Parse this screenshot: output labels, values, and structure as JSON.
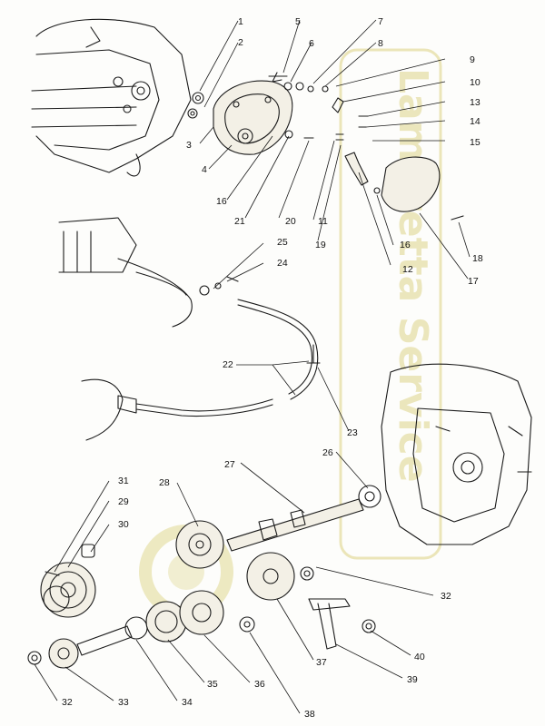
{
  "figure": {
    "watermark_text": "Lambretta Service",
    "watermark_color": "#e6dfa8",
    "callouts": [
      {
        "id": "1",
        "label": "1"
      },
      {
        "id": "2",
        "label": "2"
      },
      {
        "id": "3",
        "label": "3"
      },
      {
        "id": "4",
        "label": "4"
      },
      {
        "id": "5",
        "label": "5"
      },
      {
        "id": "6",
        "label": "6"
      },
      {
        "id": "7",
        "label": "7"
      },
      {
        "id": "8",
        "label": "8"
      },
      {
        "id": "9",
        "label": "9"
      },
      {
        "id": "10",
        "label": "10"
      },
      {
        "id": "11",
        "label": "11"
      },
      {
        "id": "12",
        "label": "12"
      },
      {
        "id": "13",
        "label": "13"
      },
      {
        "id": "14",
        "label": "14"
      },
      {
        "id": "15",
        "label": "15"
      },
      {
        "id": "16a",
        "label": "16"
      },
      {
        "id": "16b",
        "label": "16"
      },
      {
        "id": "17",
        "label": "17"
      },
      {
        "id": "18",
        "label": "18"
      },
      {
        "id": "19",
        "label": "19"
      },
      {
        "id": "20",
        "label": "20"
      },
      {
        "id": "21",
        "label": "21"
      },
      {
        "id": "22",
        "label": "22"
      },
      {
        "id": "23",
        "label": "23"
      },
      {
        "id": "24",
        "label": "24"
      },
      {
        "id": "25",
        "label": "25"
      },
      {
        "id": "26",
        "label": "26"
      },
      {
        "id": "27",
        "label": "27"
      },
      {
        "id": "28",
        "label": "28"
      },
      {
        "id": "29",
        "label": "29"
      },
      {
        "id": "30",
        "label": "30"
      },
      {
        "id": "31",
        "label": "31"
      },
      {
        "id": "32a",
        "label": "32"
      },
      {
        "id": "32b",
        "label": "32"
      },
      {
        "id": "33",
        "label": "33"
      },
      {
        "id": "34",
        "label": "34"
      },
      {
        "id": "35",
        "label": "35"
      },
      {
        "id": "36",
        "label": "36"
      },
      {
        "id": "37",
        "label": "37"
      },
      {
        "id": "38",
        "label": "38"
      },
      {
        "id": "39",
        "label": "39"
      },
      {
        "id": "40",
        "label": "40"
      }
    ]
  }
}
